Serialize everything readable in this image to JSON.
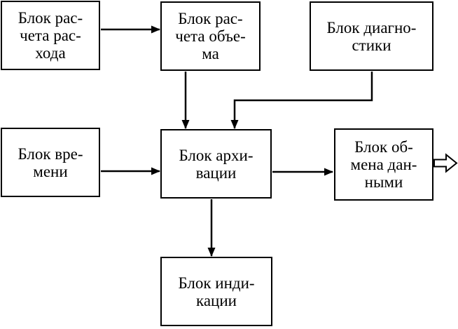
{
  "diagram": {
    "title": "",
    "colors": {
      "background": "#ffffff",
      "line": "#000000",
      "text": "#000000"
    },
    "blocks": [
      {
        "id": "flow-calc",
        "label": "Блок рас-\nчета рас-\nхода"
      },
      {
        "id": "volume-calc",
        "label": "Блок рас-\nчета объе-\nма"
      },
      {
        "id": "diagnostics",
        "label": "Блок диагно-\nстики"
      },
      {
        "id": "time",
        "label": "Блок вре-\nмени"
      },
      {
        "id": "archiving",
        "label": "Блок архи-\nвации"
      },
      {
        "id": "data-exchange",
        "label": "Блок об-\nмена дан-\nными"
      },
      {
        "id": "indication",
        "label": "Блок инди-\nкации"
      }
    ],
    "connections": [
      {
        "from": "flow-calc",
        "to": "volume-calc",
        "style": "solid-arrow"
      },
      {
        "from": "volume-calc",
        "to": "archiving",
        "style": "solid-arrow"
      },
      {
        "from": "diagnostics",
        "to": "archiving",
        "style": "solid-arrow-elbow"
      },
      {
        "from": "time",
        "to": "archiving",
        "style": "solid-arrow"
      },
      {
        "from": "archiving",
        "to": "data-exchange",
        "style": "solid-arrow"
      },
      {
        "from": "archiving",
        "to": "indication",
        "style": "solid-arrow"
      },
      {
        "from": "data-exchange",
        "to": "output",
        "style": "hollow-arrow"
      }
    ]
  }
}
